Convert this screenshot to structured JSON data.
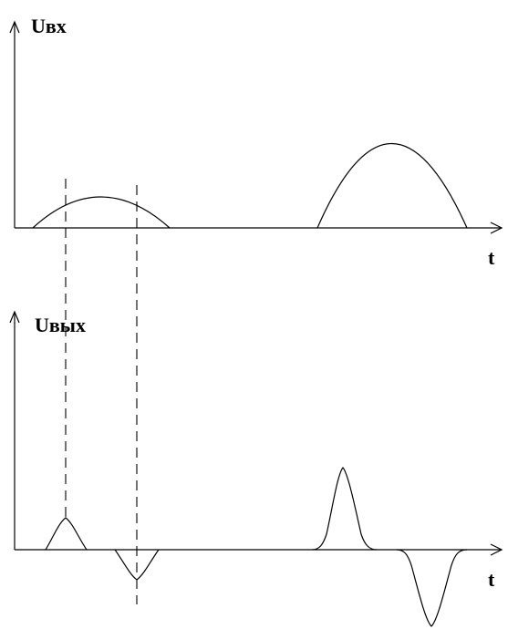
{
  "labels": {
    "input_axis_label": "Uвх",
    "output_axis_label": "Uвых",
    "time_label_top": "t",
    "time_label_bottom": "t"
  },
  "colors": {
    "line": "#000000",
    "background": "#ffffff"
  }
}
